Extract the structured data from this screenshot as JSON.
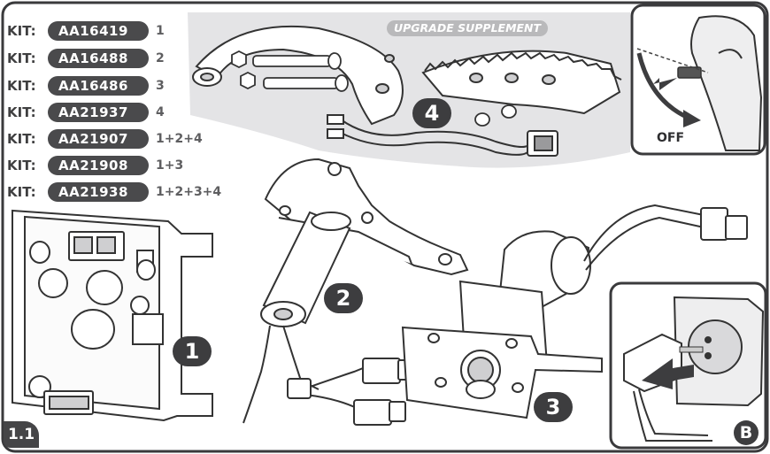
{
  "kits": {
    "prefix": "KIT:",
    "rows": [
      {
        "code": "AA16419",
        "parts": "1"
      },
      {
        "code": "AA16488",
        "parts": "2"
      },
      {
        "code": "AA16486",
        "parts": "3"
      },
      {
        "code": "AA21937",
        "parts": "4"
      },
      {
        "code": "AA21907",
        "parts": "1+2+4"
      },
      {
        "code": "AA21908",
        "parts": "1+3"
      },
      {
        "code": "AA21938",
        "parts": "1+2+3+4"
      }
    ]
  },
  "supplement_label": "UPGRADE SUPPLEMENT",
  "callouts": {
    "control_board": "1",
    "motor_arm": "2",
    "gear_motor": "3",
    "supplement_parts": "4"
  },
  "figure_tag": "1.1",
  "inset_top": {
    "off_label": "OFF"
  },
  "inset_bottom": {
    "badge": "B"
  },
  "colors": {
    "badge": "#3d3d3f",
    "outline": "#333333",
    "panel": "#e4e4e6",
    "pill_gray": "#b9b9bb"
  }
}
